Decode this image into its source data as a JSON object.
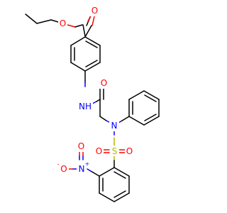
{
  "atoms": {
    "O_ester_carbonyl": "O",
    "O_ester": "O",
    "N_amide": "NH",
    "O_amide": "O",
    "N_sulfonamide": "N",
    "S": "S",
    "O_sulfonyl_left": "O",
    "O_sulfonyl_right": "O",
    "N_nitro": "N",
    "nitro_plus": "+",
    "O_nitro_top": "O",
    "O_nitro_left": "O",
    "nitro_minus": "-"
  },
  "colors": {
    "carbon": "#000000",
    "oxygen": "#ff0000",
    "nitrogen": "#0000ff",
    "sulfur": "#b8b800"
  }
}
